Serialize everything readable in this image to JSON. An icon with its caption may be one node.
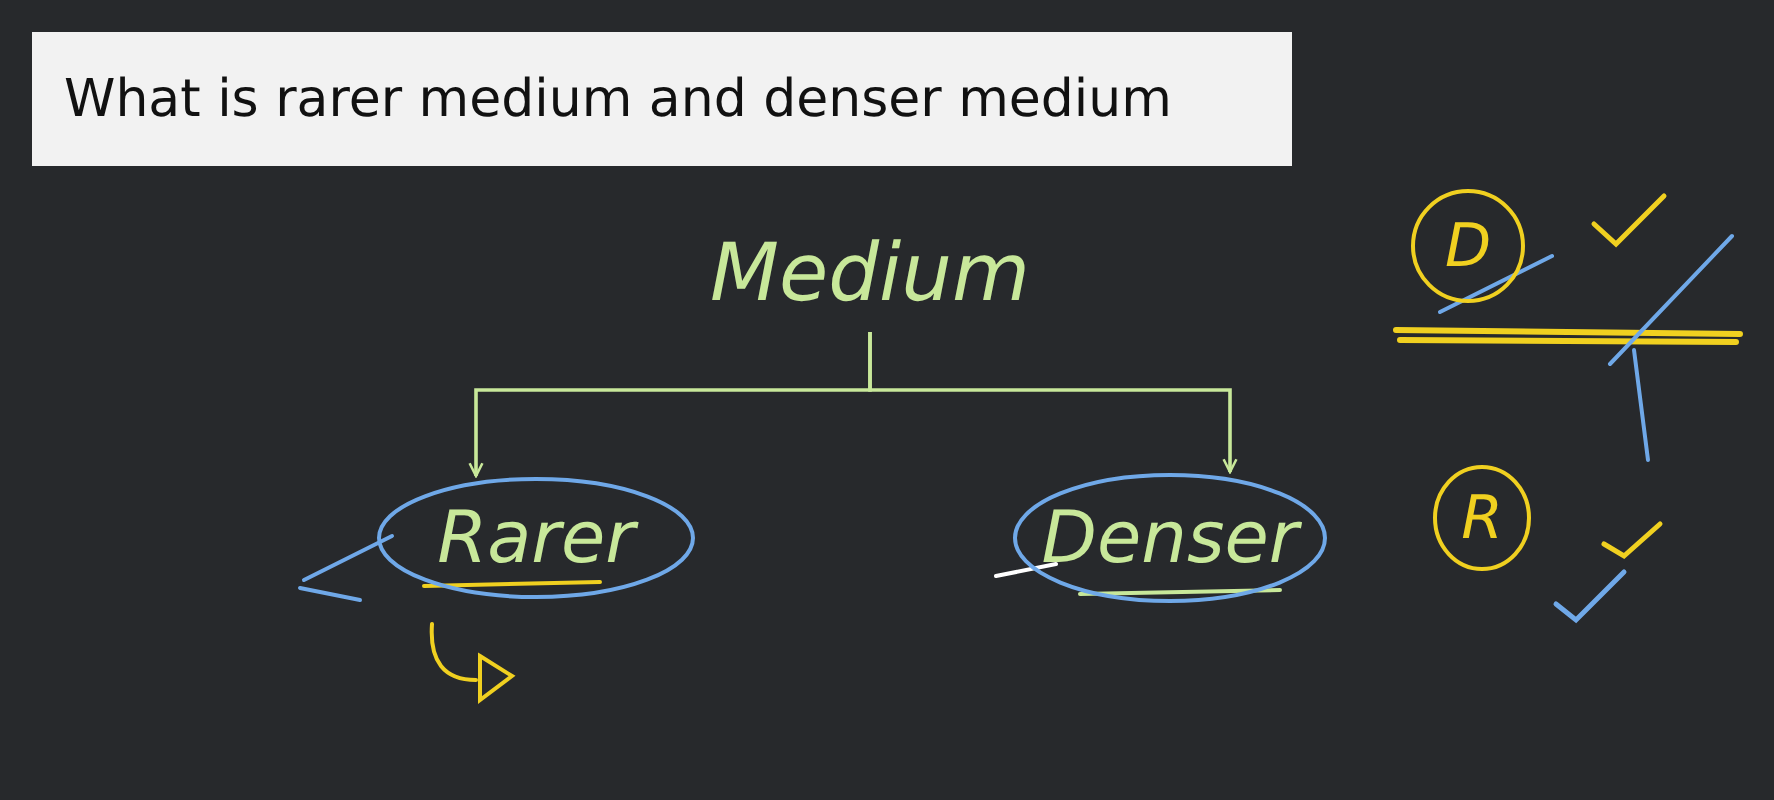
{
  "diagram": {
    "title": "What is rarer medium and denser medium",
    "nodes": [
      {
        "text": [
          "Medium"
        ]
      },
      {
        "text": [
          "Rarer"
        ]
      },
      {
        "text": [
          "Denser"
        ]
      },
      {
        "text": [
          "D"
        ]
      },
      {
        "text": [
          "R"
        ]
      }
    ],
    "edges": [
      {
        "from": 0,
        "to": 1,
        "arrow": "to"
      },
      {
        "from": 0,
        "to": 2,
        "arrow": "to"
      }
    ]
  }
}
